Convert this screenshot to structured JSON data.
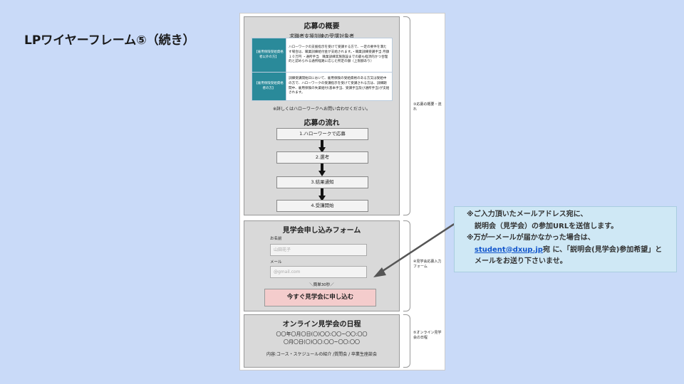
{
  "page_title": "LPワイヤーフレーム⑤（続き）",
  "overview": {
    "heading": "応募の概要",
    "subheading": "求職者支援訓練の受講対象者",
    "rows": [
      {
        "label": "【雇用保険受給資格者以外の方】",
        "text": "ハローワークの支援指示を受けて受講する方で、一定の要件を満たす場合は、職業訓練給付金が支給されます。・職業訓練受講手当 月額１０万円 ・通所手当　職業訓練実施施設までの最も経済的かつ合理的と認められる通所経路に応じた所定の額（上限額あり）"
      },
      {
        "label": "【雇用保険受給資格者の方】",
        "text": "訓練受講開始日において、雇用保険の受給資格のある方又は受給中の方で、ハローワークの受講指示を受けて受講される方は、訓練期間中、雇用保険の失業給付(基本手当、受講手当及び通所手当)が支給されます。"
      }
    ],
    "note": "※詳しくはハローワークへお問い合わせください。",
    "flow_heading": "応募の流れ",
    "steps": [
      "1.ハローワークで応募",
      "2.選考",
      "3.結果通知",
      "4.受講開始"
    ]
  },
  "form": {
    "heading": "見学会申し込みフォーム",
    "name_label": "お名前",
    "name_placeholder": "山田花子",
    "email_label": "メール",
    "email_placeholder": "@gmail.com",
    "hint": "＼簡単30秒／",
    "submit": "今すぐ見学会に申し込む"
  },
  "schedule": {
    "heading": "オンライン見学会の日程",
    "line1": "〇〇年〇月〇日(〇)〇〇:〇〇~〇〇:〇〇",
    "line2": "〇月〇日(〇)〇〇:〇〇~〇〇:〇〇",
    "content": "内容:コース・スケジュールの紹介 /質問会 / 卒業生座談会"
  },
  "annotations": [
    "③応募の概要・流れ",
    "④見学会応募入力フォーム",
    "⑤オンライン見学会の日程"
  ],
  "callout": {
    "line1": "※ご入力頂いたメールアドレス宛に、",
    "line2": "説明会（見学会）の参加URLを送信します。",
    "line3": "※万が一メールが届かなかった場合は、",
    "email": "student@dxup.jp",
    "line4_rest": "宛 に、「説明会(見学会)参加希望」と",
    "line5": "メールをお送り下さいませ。"
  },
  "colors": {
    "background": "#c9daf8",
    "teal": "#2a8a9a",
    "cta": "#f4cccc",
    "callout": "#cfe8f5"
  }
}
